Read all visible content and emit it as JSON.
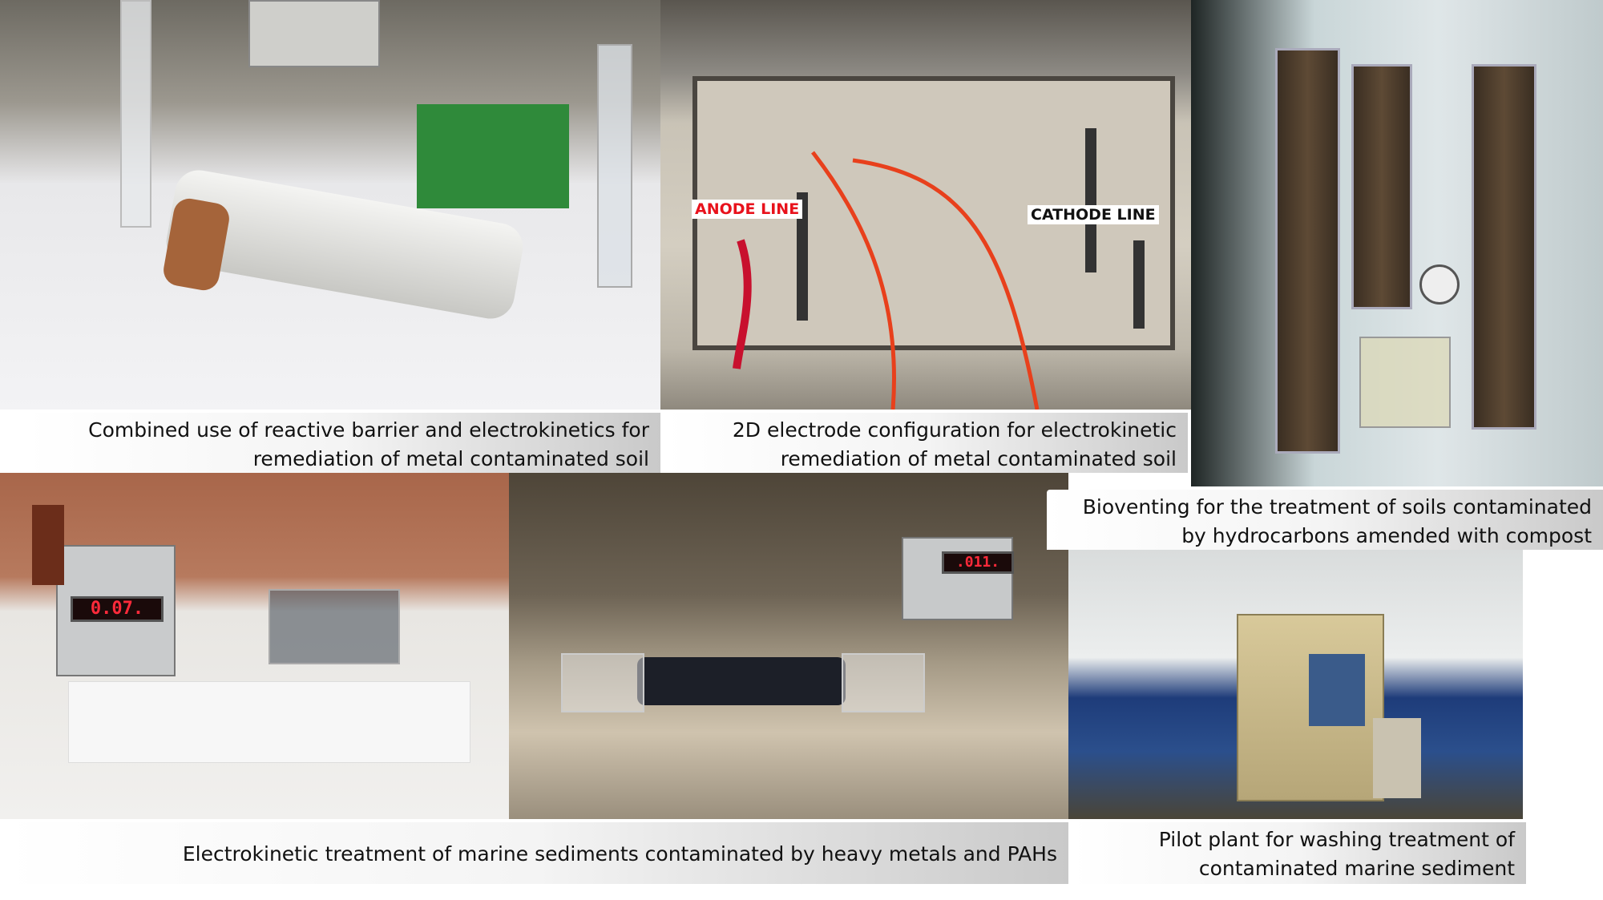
{
  "panels": [
    {
      "caption_line1": "Combined use of reactive barrier and electrokinetics for",
      "caption_line2": "remediation of metal contaminated soil"
    },
    {
      "caption_line1": "2D electrode configuration for electrokinetic",
      "caption_line2": "remediation of metal contaminated soil",
      "labels": {
        "anode": "ANODE LINE",
        "cathode": "CATHODE LINE"
      }
    },
    {
      "caption_line1": "Bioventing for the treatment of soils contaminated",
      "caption_line2": "by hydrocarbons amended with compost"
    },
    {
      "caption_line1": "Electrokinetic treatment of marine sediments contaminated by heavy metals and PAHs",
      "displays": [
        "0.07.",
        ".011."
      ]
    },
    {
      "caption_line1": "Pilot plant for washing treatment of",
      "caption_line2": "contaminated marine sediment"
    }
  ],
  "colors": {
    "anode_label": "#e8121c",
    "lcd_digits": "#ff2a3a",
    "wire_red": "#e8401c"
  }
}
